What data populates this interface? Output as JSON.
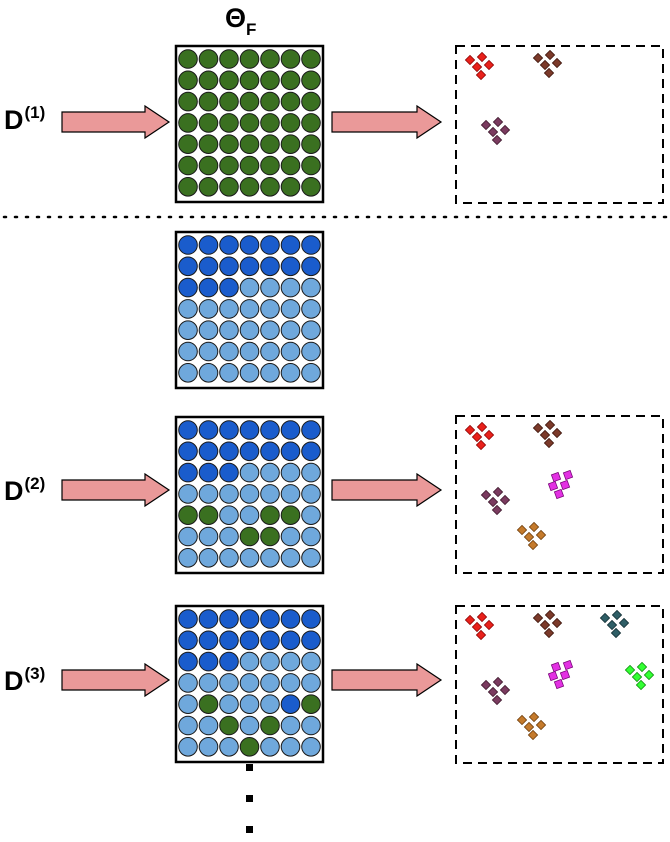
{
  "parameter_label": {
    "symbol": "Θ",
    "subscript": "F"
  },
  "datasets": [
    {
      "base": "D",
      "index": "(1)"
    },
    {
      "base": "D",
      "index": "(2)"
    },
    {
      "base": "D",
      "index": "(3)"
    }
  ],
  "colors": {
    "green": "#3a7020",
    "dark_blue": "#1a5ccc",
    "light_blue": "#6fa8dc",
    "arrow": "#ea9999",
    "arrow_stroke": "#000000"
  },
  "grids": [
    {
      "name": "grid-frozen",
      "rows": [
        "GGGGGGG",
        "GGGGGGG",
        "GGGGGGG",
        "GGGGGGG",
        "GGGGGGG",
        "GGGGGGG",
        "GGGGGGG"
      ]
    },
    {
      "name": "grid-mask",
      "rows": [
        "BBBBBBB",
        "BBBBBBB",
        "BBBLLLL",
        "LLLLLLL",
        "LLLLLLL",
        "LLLLLLL",
        "LLLLLLL"
      ]
    },
    {
      "name": "grid-task-2",
      "rows": [
        "BBBBBBB",
        "BBBBBBB",
        "BBBLLLL",
        "LLLLLLL",
        "GGLLGGL",
        "LLLGGLL",
        "LLLLLLL"
      ]
    },
    {
      "name": "grid-task-3",
      "rows": [
        "BBBBBBB",
        "BBBBBBB",
        "BBBLLLL",
        "LLLLLLL",
        "LGLLLBG",
        "LLGLGLL",
        "LLLGLLL"
      ]
    }
  ],
  "clusters": [
    {
      "name": "cluster-red",
      "color": "#e8211b",
      "stroke": "#8b0000"
    },
    {
      "name": "cluster-brown",
      "color": "#7b3a2a",
      "stroke": "#3a1208"
    },
    {
      "name": "cluster-purple",
      "color": "#7a3b5f",
      "stroke": "#3a1528"
    },
    {
      "name": "cluster-magenta",
      "color": "#e331e3",
      "stroke": "#7a0a7a"
    },
    {
      "name": "cluster-orange",
      "color": "#c47a2c",
      "stroke": "#6a3a08"
    },
    {
      "name": "cluster-teal",
      "color": "#2f5e66",
      "stroke": "#0f2a30"
    },
    {
      "name": "cluster-lime",
      "color": "#33ff33",
      "stroke": "#0a8a0a"
    }
  ],
  "panels": [
    {
      "name": "embedding-panel-1",
      "clusters": [
        "cluster-red",
        "cluster-brown",
        "cluster-purple"
      ]
    },
    {
      "name": "embedding-panel-2",
      "clusters": [
        "cluster-red",
        "cluster-brown",
        "cluster-purple",
        "cluster-magenta",
        "cluster-orange"
      ]
    },
    {
      "name": "embedding-panel-3",
      "clusters": [
        "cluster-red",
        "cluster-brown",
        "cluster-teal",
        "cluster-purple",
        "cluster-magenta",
        "cluster-lime",
        "cluster-orange"
      ]
    }
  ]
}
